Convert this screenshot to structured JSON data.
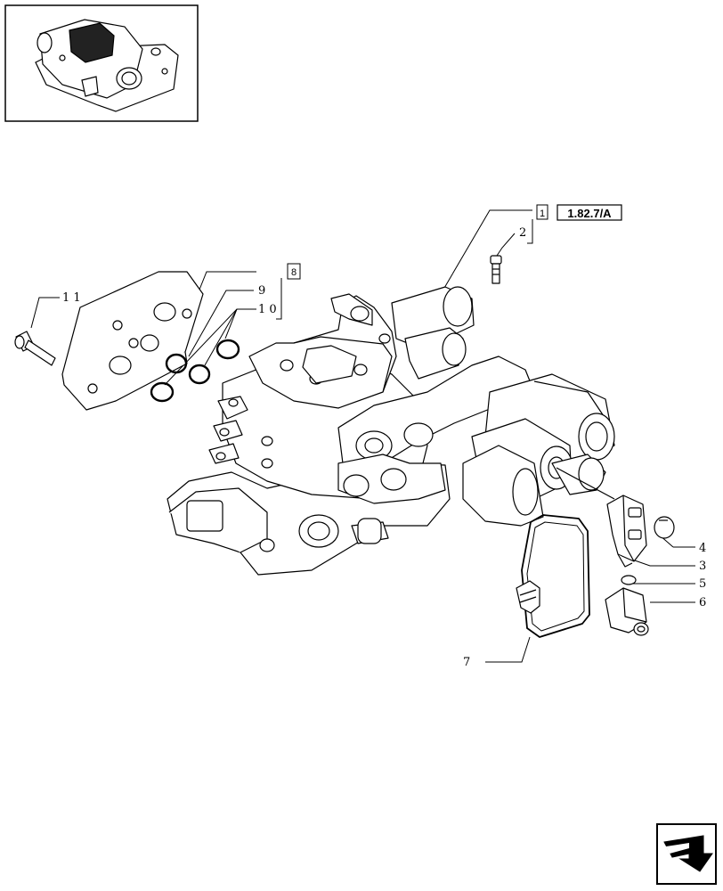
{
  "thumbnail": {
    "icon": "valve-assembly-thumbnail"
  },
  "references": {
    "group_ref_index": "1",
    "group_ref_code": "1.82.7/A",
    "kit_ref_index": "8"
  },
  "callouts": {
    "c1": "2",
    "c2": "1 1",
    "c3": "9",
    "c4": "1 0",
    "c5": "4",
    "c6": "3",
    "c7": "5",
    "c8": "6",
    "c9": "7"
  },
  "nav": {
    "icon": "next-page-arrow-icon"
  }
}
